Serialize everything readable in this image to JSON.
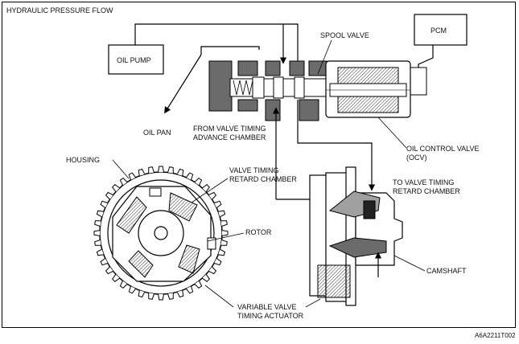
{
  "title": "HYDRAULIC PRESSURE FLOW",
  "labels": {
    "oil_pump": "OIL PUMP",
    "pcm": "PCM",
    "spool_valve": "SPOOL VALVE",
    "oil_pan": "OIL PAN",
    "from_advance_1": "FROM VALVE TIMING",
    "from_advance_2": "ADVANCE CHAMBER",
    "ocv_1": "OIL CONTROL VALVE",
    "ocv_2": "(OCV)",
    "housing": "HOUSING",
    "retard_chamber_1": "VALVE TIMING",
    "retard_chamber_2": "RETARD CHAMBER",
    "to_retard_1": "TO VALVE TIMING",
    "to_retard_2": "RETARD CHAMBER",
    "rotor": "ROTOR",
    "camshaft": "CAMSHAFT",
    "vvt_1": "VARIABLE VALVE",
    "vvt_2": "TIMING ACTUATOR"
  },
  "figure_code": "A6A2211T002",
  "colors": {
    "line": "#000000",
    "shaded": "#6b6b6b",
    "light_shade": "#a0a0a0"
  }
}
